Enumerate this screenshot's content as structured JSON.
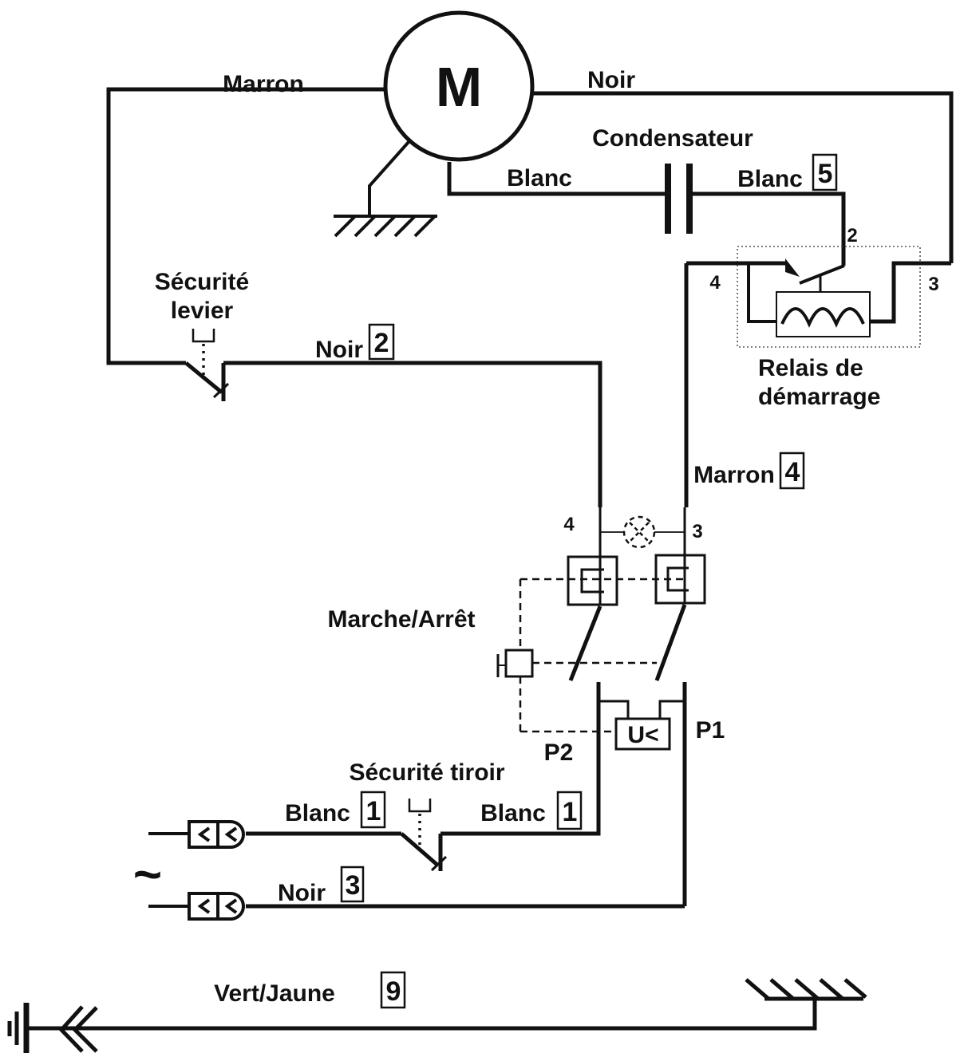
{
  "colors": {
    "ink": "#111111",
    "background": "#ffffff"
  },
  "motor": {
    "label": "M"
  },
  "components": {
    "condensateur": "Condensateur",
    "relais_line1": "Relais de",
    "relais_line2": "démarrage",
    "securite_levier_line1": "Sécurité",
    "securite_levier_line2": "levier",
    "securite_tiroir": "Sécurité tiroir",
    "marche_arret": "Marche/Arrêt",
    "undervoltage": "U<",
    "p1": "P1",
    "p2": "P2",
    "ac_symbol": "~"
  },
  "wires": {
    "marron_top": {
      "label": "Marron"
    },
    "noir_top": {
      "label": "Noir"
    },
    "blanc_motor": {
      "label": "Blanc"
    },
    "blanc_cap": {
      "label": "Blanc",
      "number": "5"
    },
    "noir_levier": {
      "label": "Noir",
      "number": "2"
    },
    "marron_relais": {
      "label": "Marron",
      "number": "4"
    },
    "blanc_left": {
      "label": "Blanc",
      "number": "1"
    },
    "blanc_right": {
      "label": "Blanc",
      "number": "1"
    },
    "noir_bottom": {
      "label": "Noir",
      "number": "3"
    },
    "vert_jaune": {
      "label": "Vert/Jaune",
      "number": "9"
    }
  },
  "terminals": {
    "relay_top": "2",
    "relay_left": "4",
    "relay_right": "3",
    "switch_left": "4",
    "switch_right": "3"
  }
}
